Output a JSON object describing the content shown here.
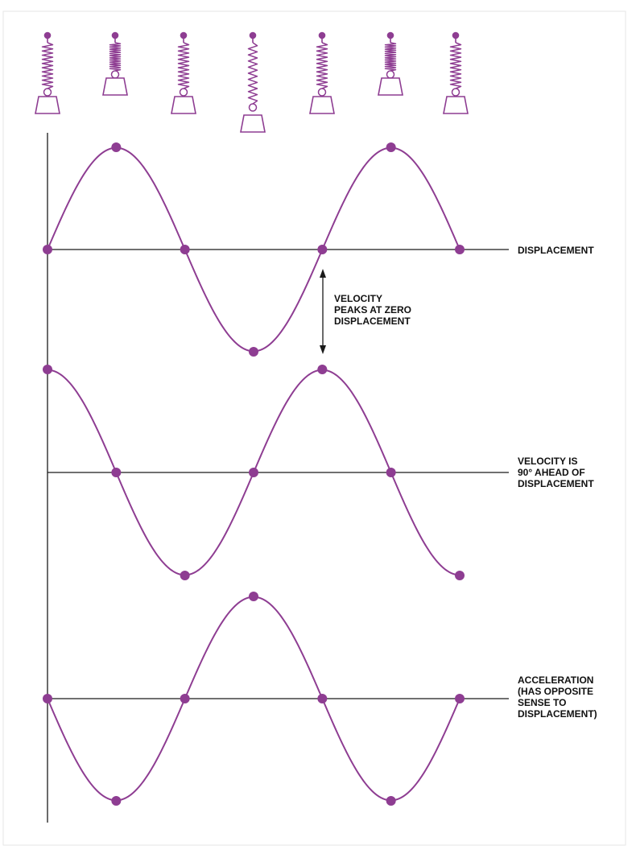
{
  "colors": {
    "curve": "#8e3d92",
    "axis": "#1a1a1a",
    "text": "#111111",
    "border": "#e6e6e6"
  },
  "springs": {
    "count": 7,
    "icon": "spring-mass-icon",
    "states": [
      "rest",
      "compressed",
      "rest",
      "extended",
      "rest",
      "compressed",
      "rest"
    ]
  },
  "curves": {
    "displacement": {
      "marker_values": [
        0,
        1,
        0,
        -1,
        0,
        1,
        0
      ],
      "label_lines": [
        "DISPLACEMENT"
      ]
    },
    "velocity": {
      "marker_values": [
        1,
        0,
        -1,
        0,
        1,
        0,
        -1
      ],
      "label_lines": [
        "VELOCITY IS",
        "90° AHEAD OF",
        "DISPLACEMENT"
      ]
    },
    "acceleration": {
      "marker_values": [
        0,
        -1,
        0,
        1,
        0,
        -1,
        0
      ],
      "label_lines": [
        "ACCELERATION",
        "(HAS OPPOSITE",
        "SENSE TO",
        "DISPLACEMENT)"
      ]
    }
  },
  "annotation": {
    "label_lines": [
      "VELOCITY",
      "PEAKS AT ZERO",
      "DISPLACEMENT"
    ]
  }
}
